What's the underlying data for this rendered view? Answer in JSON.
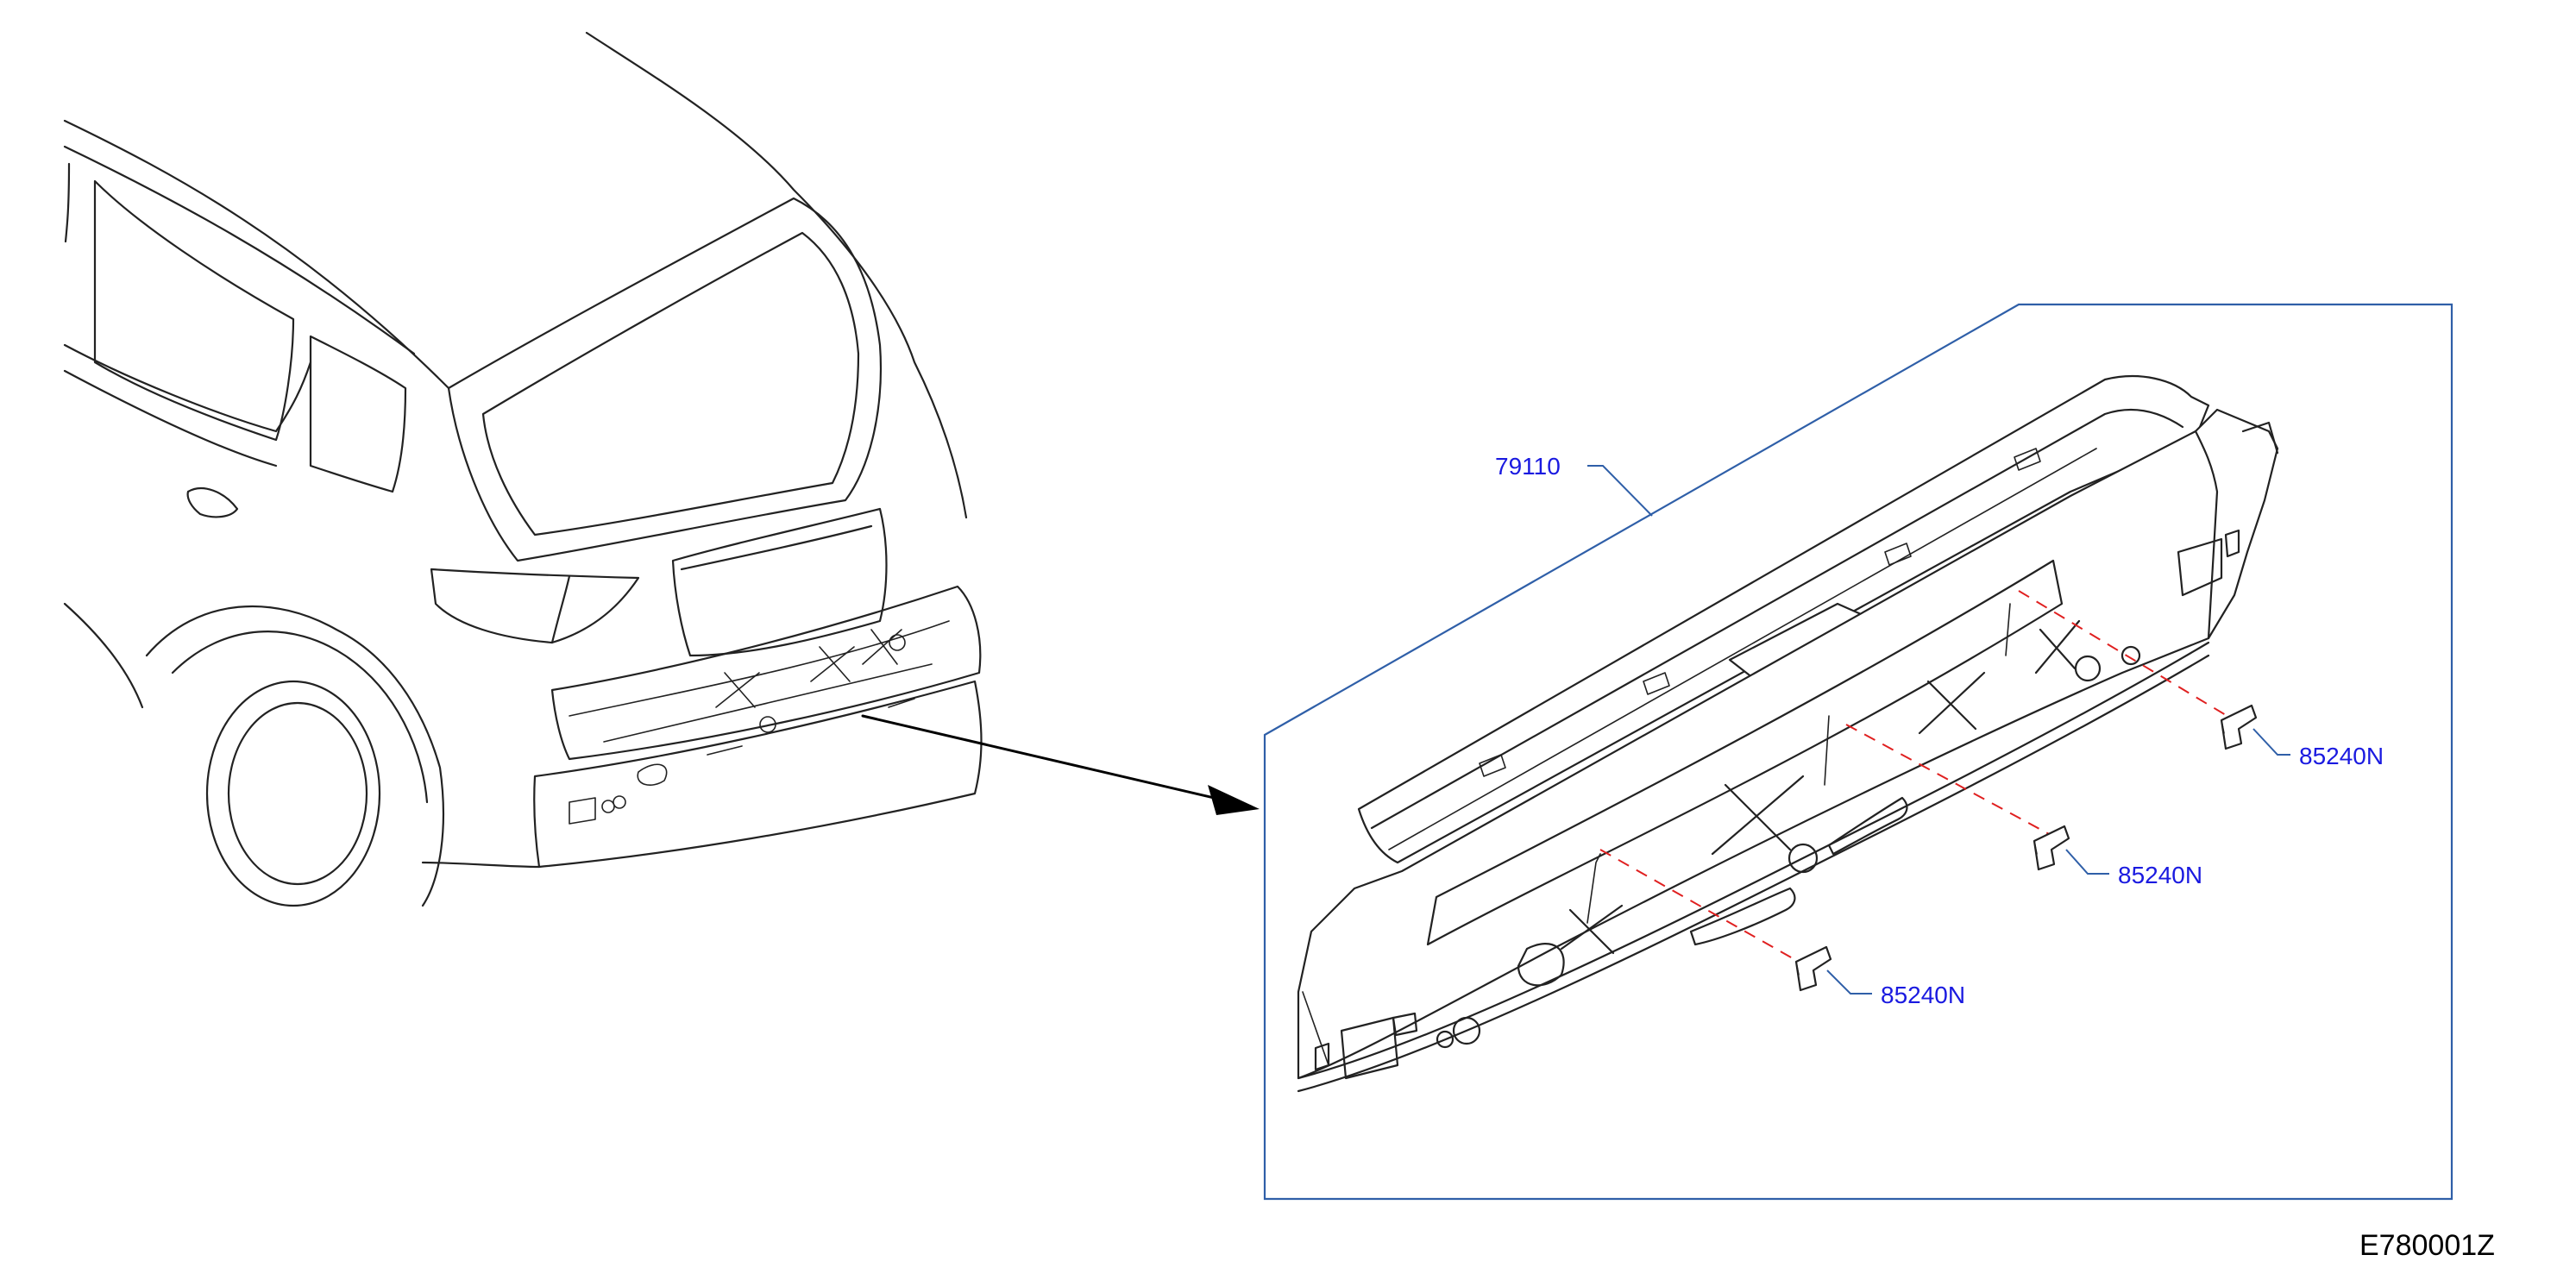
{
  "diagram": {
    "labels": {
      "panel_part": "79110",
      "clip_part_right": "85240N",
      "clip_part_middle": "85240N",
      "clip_part_left": "85240N",
      "figure_code": "E780001Z"
    },
    "colors": {
      "outline": "#222222",
      "frame": "#2f5fa8",
      "callout_text": "#1a1ae0",
      "dashed_reference": "#e02020"
    }
  }
}
